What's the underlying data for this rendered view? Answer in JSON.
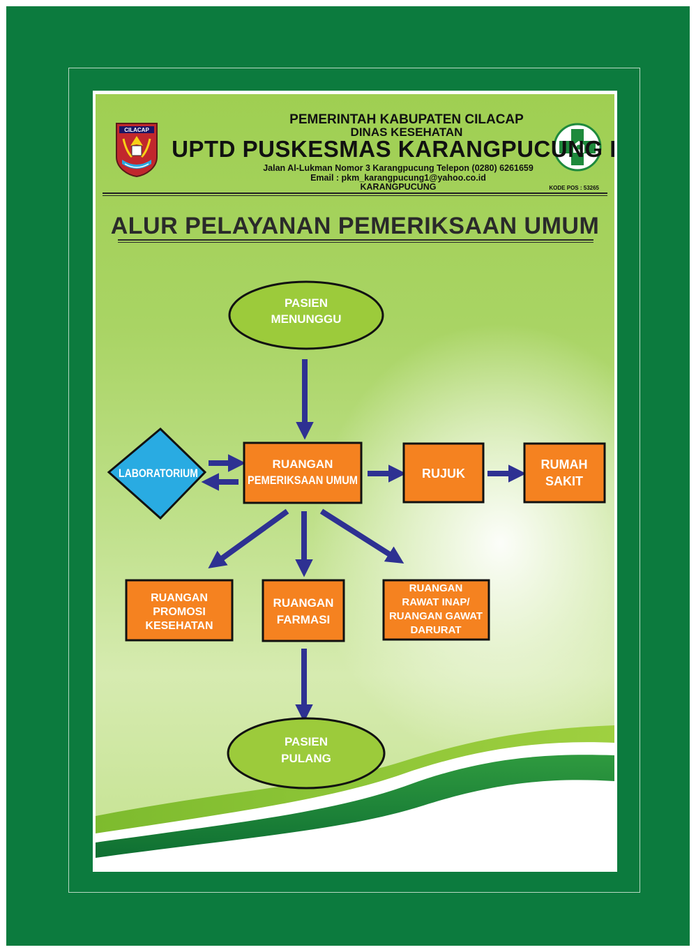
{
  "header": {
    "line1": "PEMERINTAH KABUPATEN CILACAP",
    "line2": "DINAS KESEHATAN",
    "line3": "UPTD PUSKESMAS KARANGPUCUNG I",
    "address": "Jalan Al-Lukman Nomor 3 Karangpucung Telepon (0280) 6261659",
    "email": "Email : pkm_karangpucung1@yahoo.co.id",
    "town": "KARANGPUCUNG",
    "postcode": "KODE POS : 53265",
    "left_logo_text": "CILACAP"
  },
  "title": "ALUR PELAYANAN PEMERIKSAAN UMUM",
  "nodes": {
    "pasien_menunggu": [
      "PASIEN",
      "MENUNGGU"
    ],
    "laboratorium": [
      "LABORATORIUM"
    ],
    "ruangan_pemeriksaan": [
      "RUANGAN",
      "PEMERIKSAAN UMUM"
    ],
    "rujuk": [
      "RUJUK"
    ],
    "rumah_sakit": [
      "RUMAH",
      "SAKIT"
    ],
    "promosi": [
      "RUANGAN",
      "PROMOSI",
      "KESEHATAN"
    ],
    "farmasi": [
      "RUANGAN",
      "FARMASI"
    ],
    "rawat_inap": [
      "RUANGAN",
      "RAWAT INAP/",
      "RUANGAN GAWAT",
      "DARURAT"
    ],
    "pasien_pulang": [
      "PASIEN",
      "PULANG"
    ]
  },
  "colors": {
    "frame": "#0c7b3e",
    "box_fill": "#f58220",
    "ellipse_fill": "#9ccb3b",
    "diamond_fill": "#29abe2",
    "arrow": "#2e3192"
  }
}
